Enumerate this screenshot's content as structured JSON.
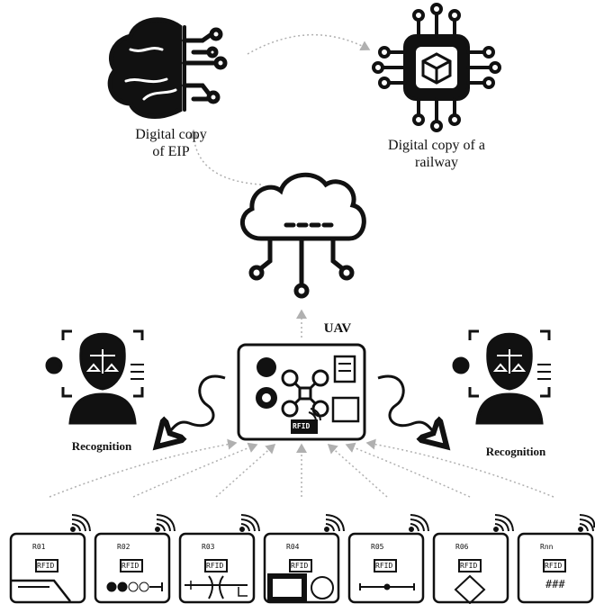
{
  "labels": {
    "eip": "Digital copy\nof EIP",
    "railway": "Digital copy of a\nrailway",
    "uav": "UAV",
    "recognition_left": "Recognition",
    "recognition_right": "Recognition"
  },
  "tags": [
    {
      "id": "R01",
      "symbol": "track-curve"
    },
    {
      "id": "R02",
      "symbol": "signal-lights"
    },
    {
      "id": "R03",
      "symbol": "switch"
    },
    {
      "id": "R04",
      "symbol": "crossing"
    },
    {
      "id": "R05",
      "symbol": "line-marker"
    },
    {
      "id": "R06",
      "symbol": "diamond"
    },
    {
      "id": "Rnn",
      "symbol": "hash"
    }
  ],
  "rfid_text": "RFID",
  "tag_hash": "###",
  "icons": [
    "brain-circuit-icon",
    "chip-circuit-icon",
    "cloud-network-icon",
    "face-recognition-icon",
    "drone-icon",
    "rfid-icon",
    "wifi-signal-icon"
  ],
  "colors": {
    "stroke": "#111111",
    "arrow": "#b0b0b0"
  }
}
